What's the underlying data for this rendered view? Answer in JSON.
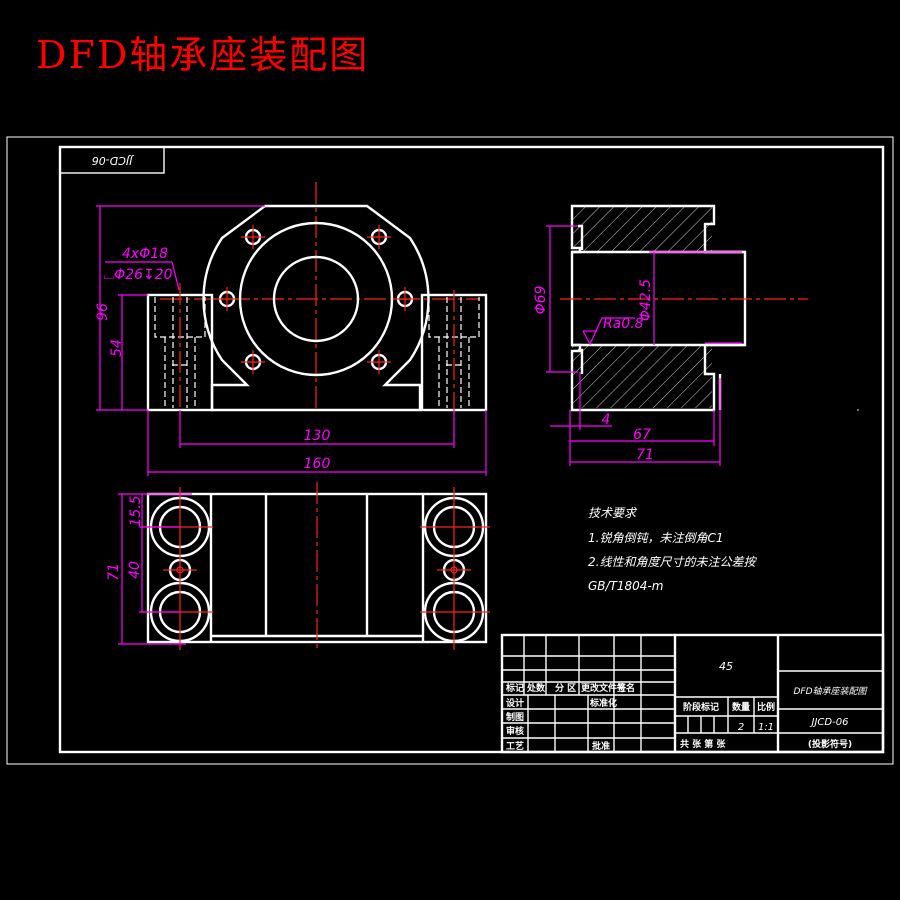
{
  "title": "DFD轴承座装配图",
  "colors": {
    "title": "#ff0000",
    "outline": "#ffffff",
    "dimension": "#ff00ff",
    "centerline": "#ff2020",
    "background": "#000000"
  },
  "drawing_code_mirrored": "JJCD-06",
  "front_view": {
    "hole_callout_line1": "4xΦ18",
    "hole_callout_line2": "⌴Φ26↧20",
    "dim_height_total": "96",
    "dim_height_base": "54",
    "dim_hole_spacing": "130",
    "dim_width_total": "160"
  },
  "section_view": {
    "dim_outer_dia": "Φ69",
    "dim_bore_dia": "Φ42.5",
    "roughness": "Ra0.8",
    "dim_shoulder": "4",
    "dim_length_inner": "67",
    "dim_length_total": "71"
  },
  "top_view": {
    "dim_edge": "15.5",
    "dim_spacing": "40",
    "dim_depth": "71"
  },
  "tech_requirements": {
    "heading": "技术要求",
    "line1": "1.锐角倒钝，未注倒角C1",
    "line2": "2.线性和角度尺寸的未注公差按",
    "line3": "GB/T1804-m"
  },
  "title_block": {
    "material": "45",
    "part_name": "DFD轴承座装配图",
    "drawing_no": "JJCD-06",
    "unit_placeholder": "(投影符号)",
    "quantity": "2",
    "scale": "1:1",
    "header_labels": [
      "标记",
      "处数",
      "分 区",
      "更改文件号",
      "签名"
    ],
    "row_labels": [
      "设计",
      "制图",
      "审核",
      "工艺"
    ],
    "std_label": "标准化",
    "approve_label": "批准",
    "stage_label": "阶段标记",
    "qty_label": "数量",
    "scale_label": "比例",
    "sheet_label": "共  张 第  张"
  }
}
